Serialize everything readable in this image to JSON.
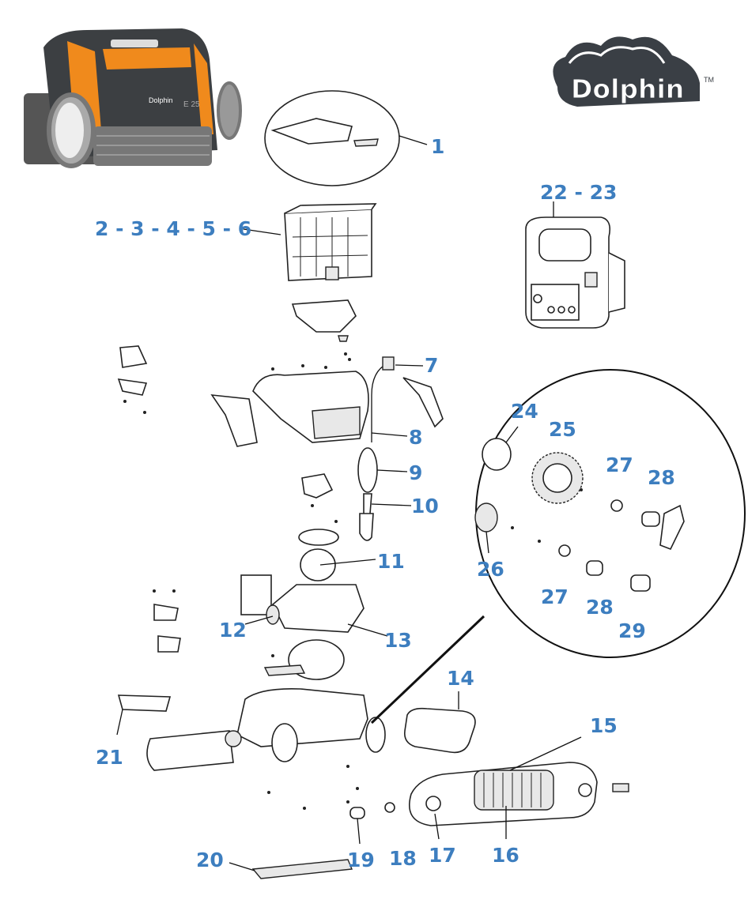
{
  "brand": {
    "logo_text": "Dolphin",
    "trademark": "TM",
    "model_badge": "E 25"
  },
  "colors": {
    "label": "#3d7ebf",
    "robot_orange": "#f08a1c",
    "robot_body": "#3c3f42",
    "logo": "#3a3f45"
  },
  "callouts": {
    "c1": "1",
    "c2to6": "2 - 3 - 4 - 5 - 6",
    "c22to23": "22 - 23",
    "c7": "7",
    "c8": "8",
    "c9": "9",
    "c10": "10",
    "c11": "11",
    "c12": "12",
    "c13": "13",
    "c14": "14",
    "c15": "15",
    "c16": "16",
    "c17": "17",
    "c18": "18",
    "c19": "19",
    "c20": "20",
    "c21": "21",
    "c24": "24",
    "c25": "25",
    "c26": "26",
    "c27a": "27",
    "c27b": "27",
    "c28a": "28",
    "c28b": "28",
    "c29": "29"
  }
}
